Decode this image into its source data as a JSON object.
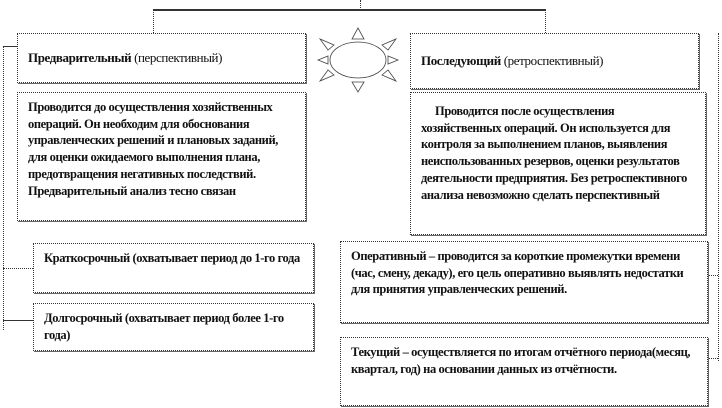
{
  "left": {
    "title_bold": "Предварительный",
    "title_rest": " (перспективный)",
    "description": "Проводится до осуществления хозяйственных операций. Он необходим для обоснования управленческих решений и плановых заданий, для оценки ожидаемого выполнения плана, предотвращения негативных последствий. Предварительный анализ тесно связан",
    "short_term": "Краткосрочный  (охватывает период до 1-го года",
    "long_term": "Долгосрочный (охватывает период более 1-го года)"
  },
  "right": {
    "title_bold": "Последующий",
    "title_rest": " (ретроспективный)",
    "description": "Проводится после осуществления хозяйственных операций. Он используется для контроля за выполнением планов, выявления неиспользованных резервов, оценки результатов деятельности предприятия. Без ретроспективного анализа невозможно сделать перспективный",
    "operative": "Оперативный – проводится за короткие промежутки времени (час, смену, декаду), его цель оперативно выявлять недостатки для принятия управленческих решений.",
    "current": "Текущий – осуществляется по итогам отчётного периода(месяц, квартал, год) на основании данных из отчётности."
  }
}
